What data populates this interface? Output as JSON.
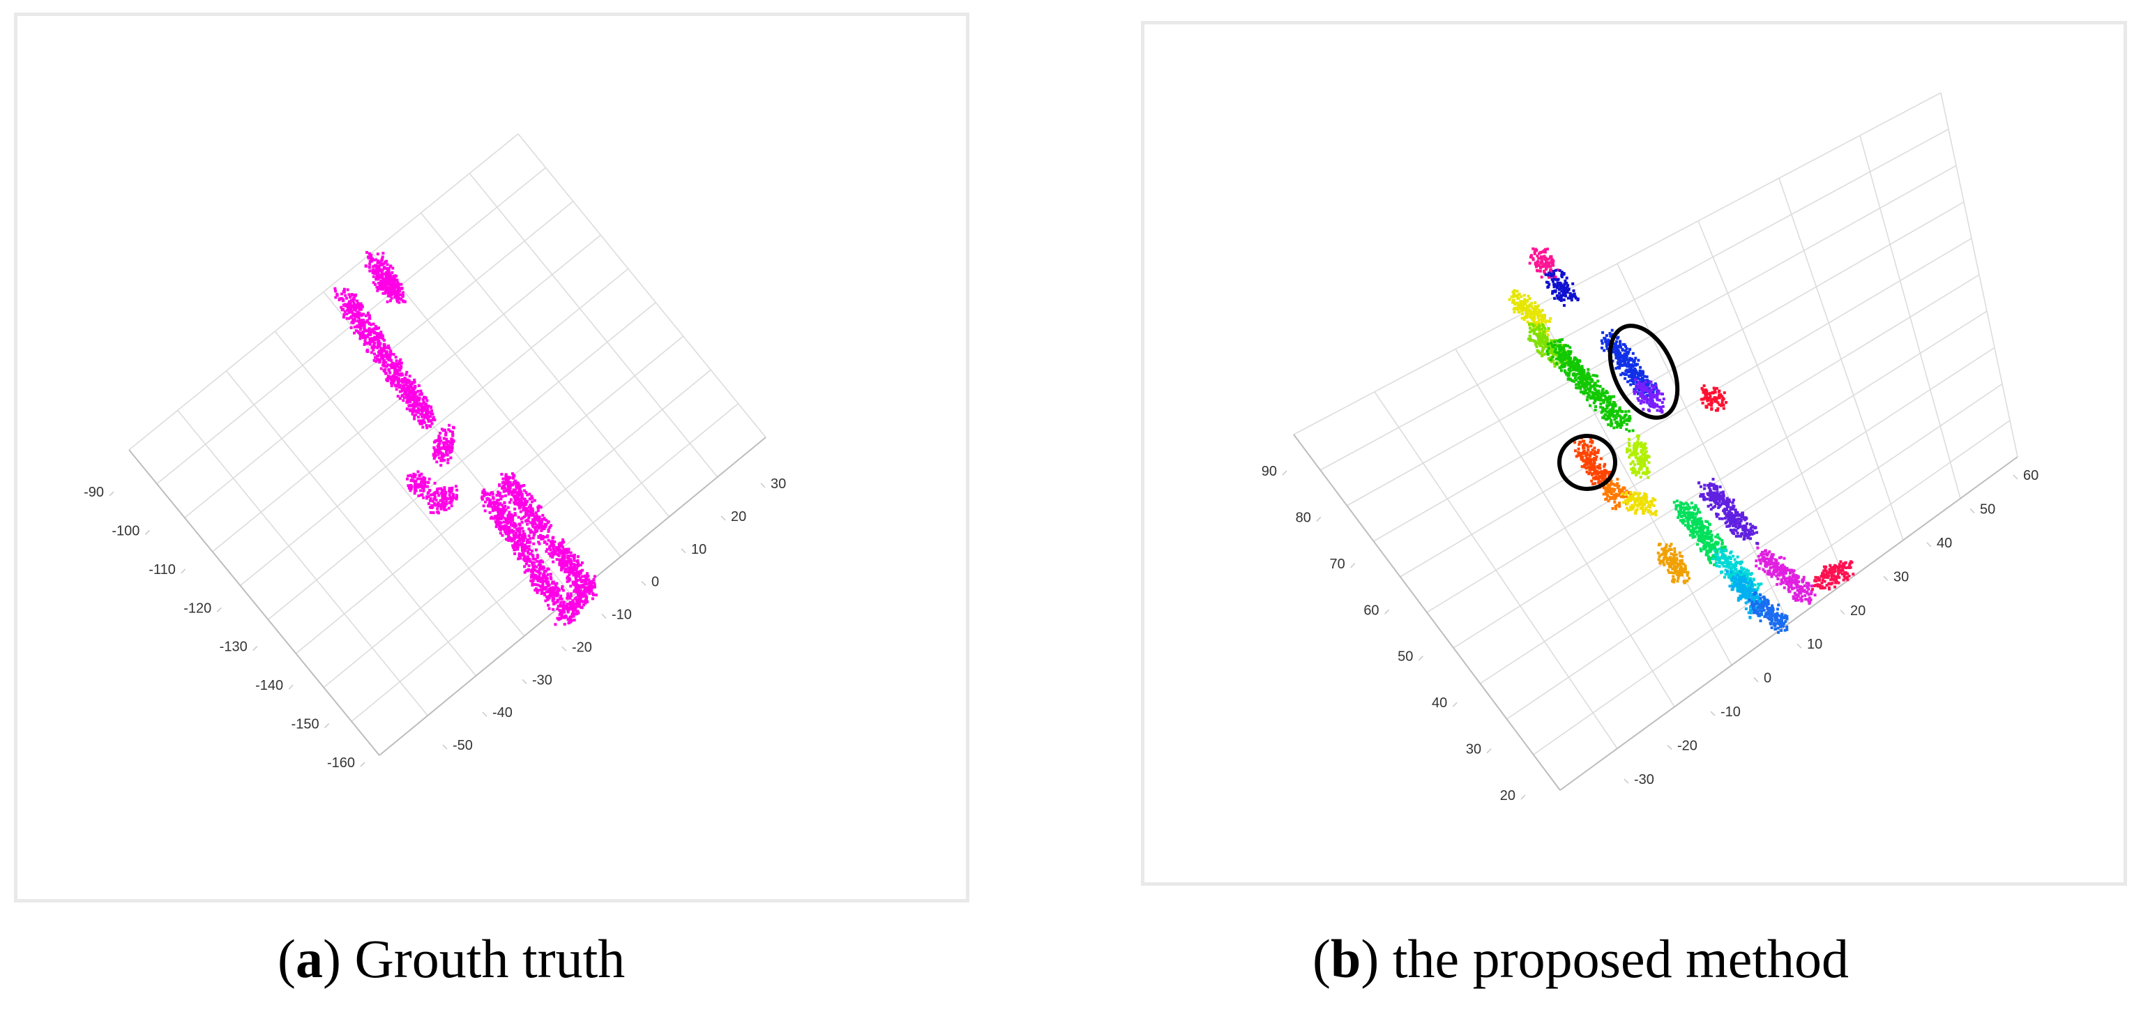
{
  "panels": {
    "a": {
      "label": "a",
      "text": " Grouth truth"
    },
    "b": {
      "label": "b",
      "text": " the proposed method"
    }
  },
  "chart_data": [
    {
      "type": "scatter",
      "panel": "a",
      "title": "",
      "xlabel": "",
      "ylabel": "",
      "grid": true,
      "axis_left_ticks": [
        "-90",
        "-100",
        "-110",
        "-120",
        "-130",
        "-140",
        "-150",
        "-160"
      ],
      "axis_bottom_ticks": [
        "-50",
        "-40",
        "-30",
        "-20",
        "-10",
        "0",
        "10",
        "20",
        "30"
      ],
      "highlight_color": "#000000",
      "clusters": [
        {
          "color": "#ff00e6"
        },
        {
          "color": "#ff00e6"
        },
        {
          "color": "#ff00e6"
        },
        {
          "color": "#ff00e6"
        },
        {
          "color": "#ff00e6"
        },
        {
          "color": "#ff00e6"
        },
        {
          "color": "#ff00e6"
        },
        {
          "color": "#ff00e6"
        },
        {
          "color": "#ff00e6"
        },
        {
          "color": "#ff00e6"
        },
        {
          "color": "#ff00e6"
        }
      ],
      "highlights": []
    },
    {
      "type": "scatter",
      "panel": "b",
      "title": "",
      "xlabel": "",
      "ylabel": "",
      "grid": true,
      "axis_left_ticks": [
        "90",
        "80",
        "70",
        "60",
        "50",
        "40",
        "30",
        "20"
      ],
      "axis_bottom_ticks": [
        "-30",
        "-20",
        "-10",
        "0",
        "10",
        "20",
        "30",
        "40",
        "50",
        "60"
      ],
      "highlight_color": "#000000",
      "clusters": [
        {
          "color": "#ff1493"
        },
        {
          "color": "#1010d0"
        },
        {
          "color": "#e6e600"
        },
        {
          "color": "#7fe000"
        },
        {
          "color": "#12c800"
        },
        {
          "color": "#1030e8"
        },
        {
          "color": "#7a1fff"
        },
        {
          "color": "#ff1030"
        },
        {
          "color": "#b0f000"
        },
        {
          "color": "#ff4500"
        },
        {
          "color": "#ff7a00"
        },
        {
          "color": "#f0e000"
        },
        {
          "color": "#f0a000"
        },
        {
          "color": "#6020e0"
        },
        {
          "color": "#00e05a"
        },
        {
          "color": "#00d8d8"
        },
        {
          "color": "#00b0f0"
        },
        {
          "color": "#1a6cf0"
        },
        {
          "color": "#e020e0"
        },
        {
          "color": "#ff1050"
        }
      ],
      "highlights": [
        {},
        {}
      ]
    }
  ]
}
